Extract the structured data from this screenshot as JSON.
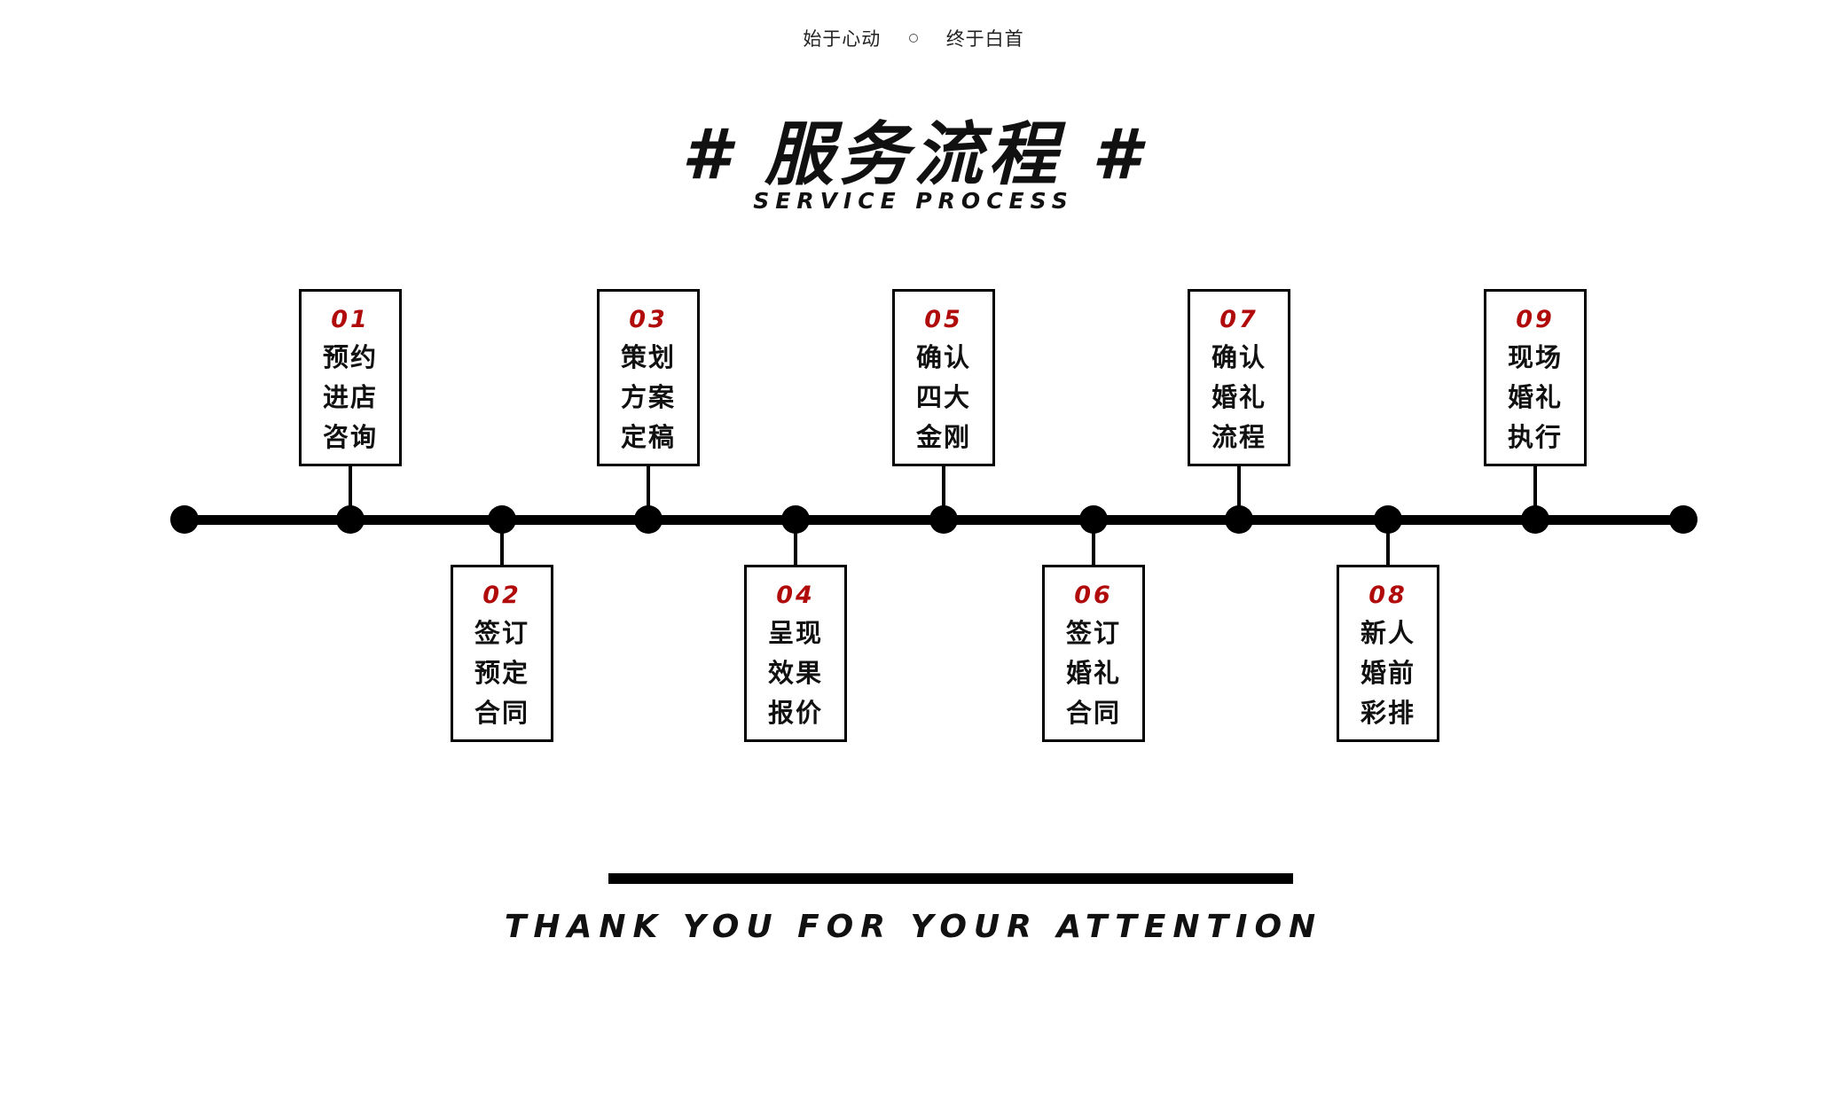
{
  "header": {
    "tag_left": "始于心动",
    "tag_right": "终于白首",
    "title": "# 服务流程 #",
    "subtitle": "SERVICE PROCESS"
  },
  "steps": [
    {
      "num": "01",
      "lines": [
        "预约",
        "进店",
        "咨询"
      ]
    },
    {
      "num": "02",
      "lines": [
        "签订",
        "预定",
        "合同"
      ]
    },
    {
      "num": "03",
      "lines": [
        "策划",
        "方案",
        "定稿"
      ]
    },
    {
      "num": "04",
      "lines": [
        "呈现",
        "效果",
        "报价"
      ]
    },
    {
      "num": "05",
      "lines": [
        "确认",
        "四大",
        "金刚"
      ]
    },
    {
      "num": "06",
      "lines": [
        "签订",
        "婚礼",
        "合同"
      ]
    },
    {
      "num": "07",
      "lines": [
        "确认",
        "婚礼",
        "流程"
      ]
    },
    {
      "num": "08",
      "lines": [
        "新人",
        "婚前",
        "彩排"
      ]
    },
    {
      "num": "09",
      "lines": [
        "现场",
        "婚礼",
        "执行"
      ]
    }
  ],
  "footer": {
    "thanks": "THANK YOU FOR YOUR ATTENTION"
  }
}
